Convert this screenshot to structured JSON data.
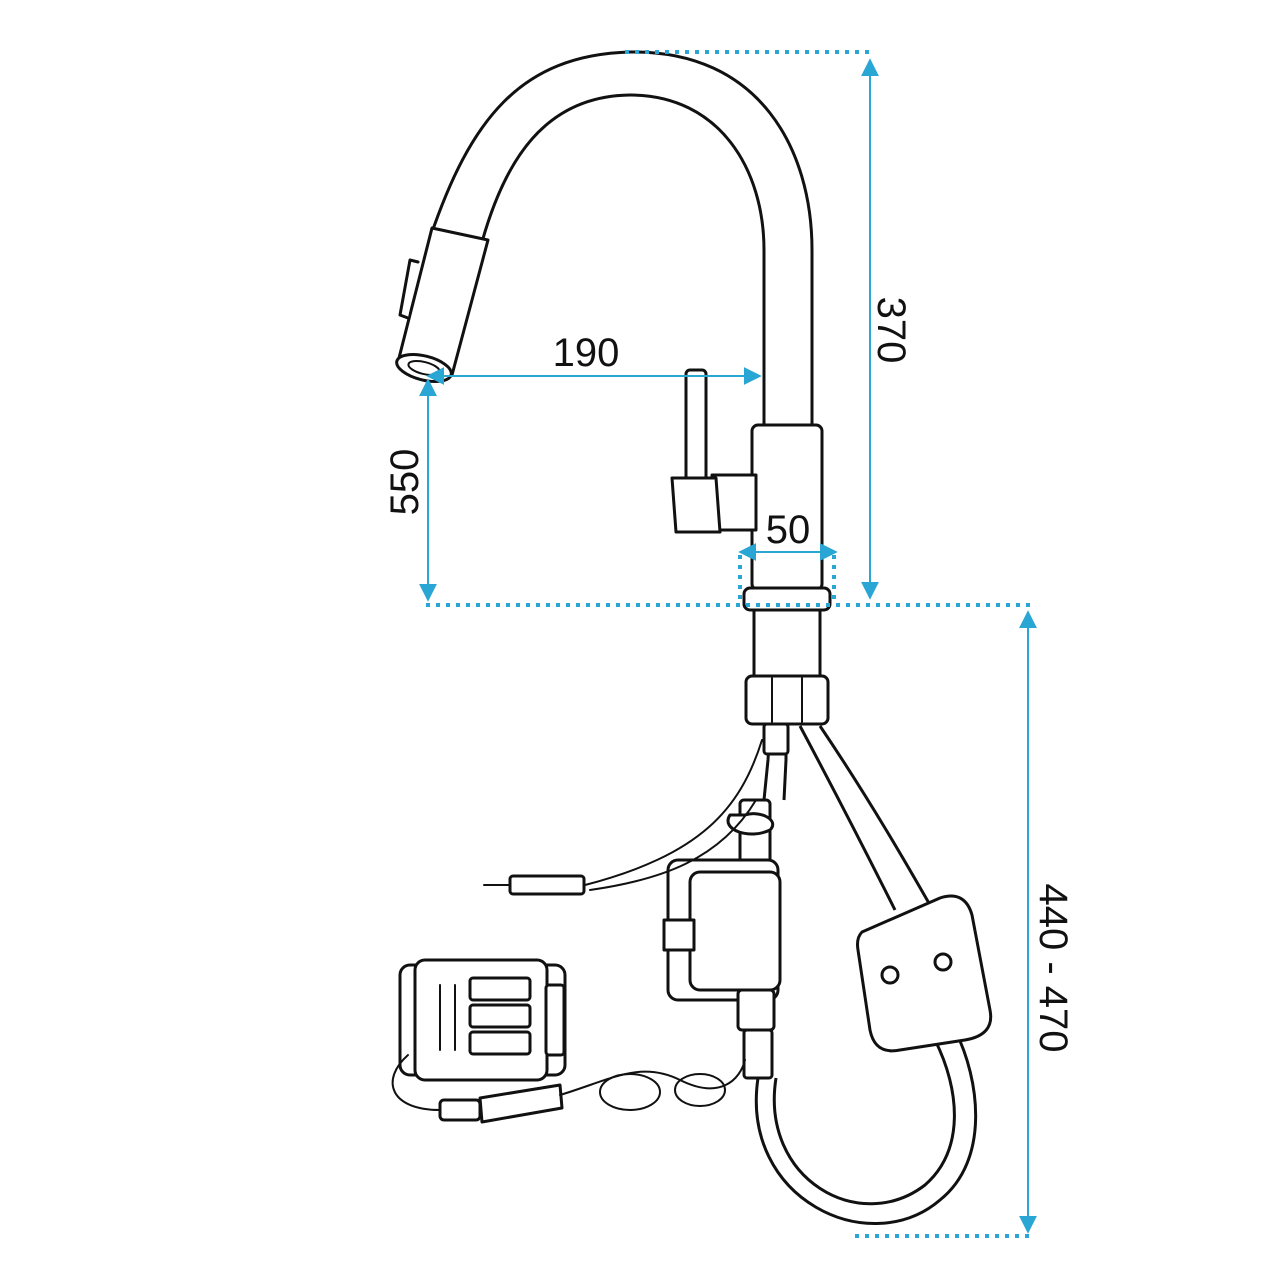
{
  "colors": {
    "dimension": "#2aa6d5",
    "outline": "#111111",
    "background": "#ffffff"
  },
  "dimensions": {
    "spout_height": "370",
    "spout_reach": "190",
    "aerator_height": "550",
    "base_diameter": "50",
    "hose_length": "440 - 470"
  }
}
